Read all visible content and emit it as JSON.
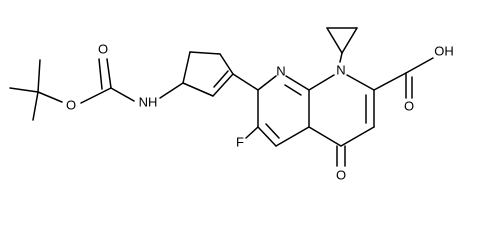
{
  "atom_labels": {
    "n1": "N",
    "n8": "N",
    "f": "F",
    "o_keto": "O",
    "oh_acid": "OH",
    "o_acid": "O",
    "nh": "NH",
    "o_carbamate_ester": "O",
    "o_carbamate_carbonyl": "O"
  },
  "colors": {
    "bond": "#000000",
    "text": "#000000",
    "background": "#ffffff"
  }
}
